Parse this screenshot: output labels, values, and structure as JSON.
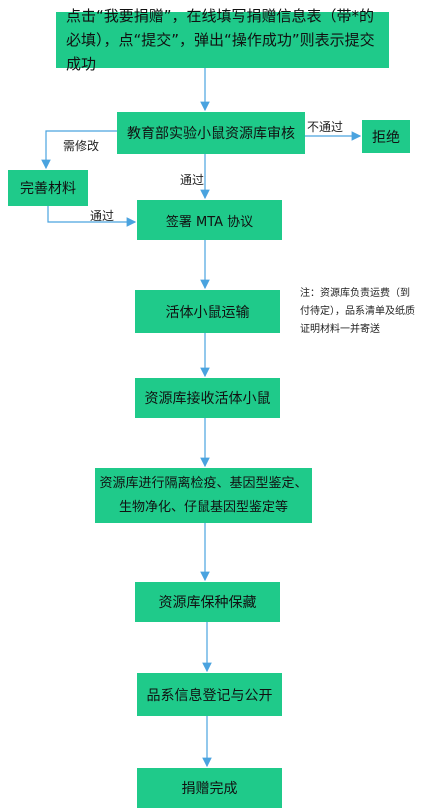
{
  "flow": {
    "start": "点击“我要捐赠”，在线填写捐赠信息表（带*的必填），点“提交”，弹出“操作成功”则表示提交成功",
    "review": "教育部实验小鼠资源库审核",
    "reject": "拒绝",
    "improve": "完善材料",
    "sign": "签署 MTA 协议",
    "transport": "活体小鼠运输",
    "receive": "资源库接收活体小鼠",
    "quarantine": "资源库进行隔离检疫、基因型鉴定、生物净化、仔鼠基因型鉴定等",
    "preserve": "资源库保种保藏",
    "register": "品系信息登记与公开",
    "done": "捐赠完成"
  },
  "labels": {
    "fail": "不通过",
    "revise": "需修改",
    "pass1": "通过",
    "pass2": "通过"
  },
  "note": "注：资源库负责运费（到付待定），品系清单及纸质证明材料一并寄送",
  "colors": {
    "box": "#1fca8a",
    "arrow": "#4aa3df"
  }
}
